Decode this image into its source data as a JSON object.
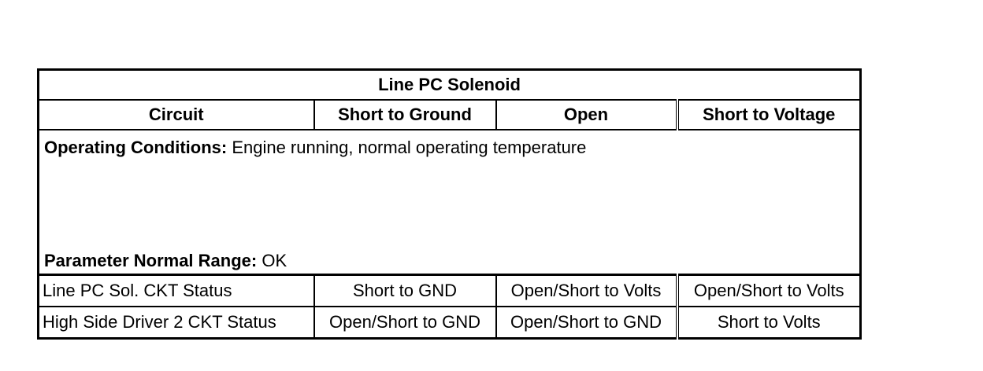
{
  "table": {
    "title": "Line PC Solenoid",
    "headers": [
      "Circuit",
      "Short to Ground",
      "Open",
      "Short to Voltage"
    ],
    "operating_conditions_label": "Operating Conditions:",
    "operating_conditions_value": " Engine running, normal operating temperature",
    "normal_range_label": "Parameter Normal Range:",
    "normal_range_value": " OK",
    "rows": [
      [
        "Line PC Sol. CKT Status",
        "Short to GND",
        "Open/Short to Volts",
        "Open/Short to Volts"
      ],
      [
        "High Side Driver 2 CKT Status",
        "Open/Short to GND",
        "Open/Short to GND",
        "Short to Volts"
      ]
    ]
  }
}
